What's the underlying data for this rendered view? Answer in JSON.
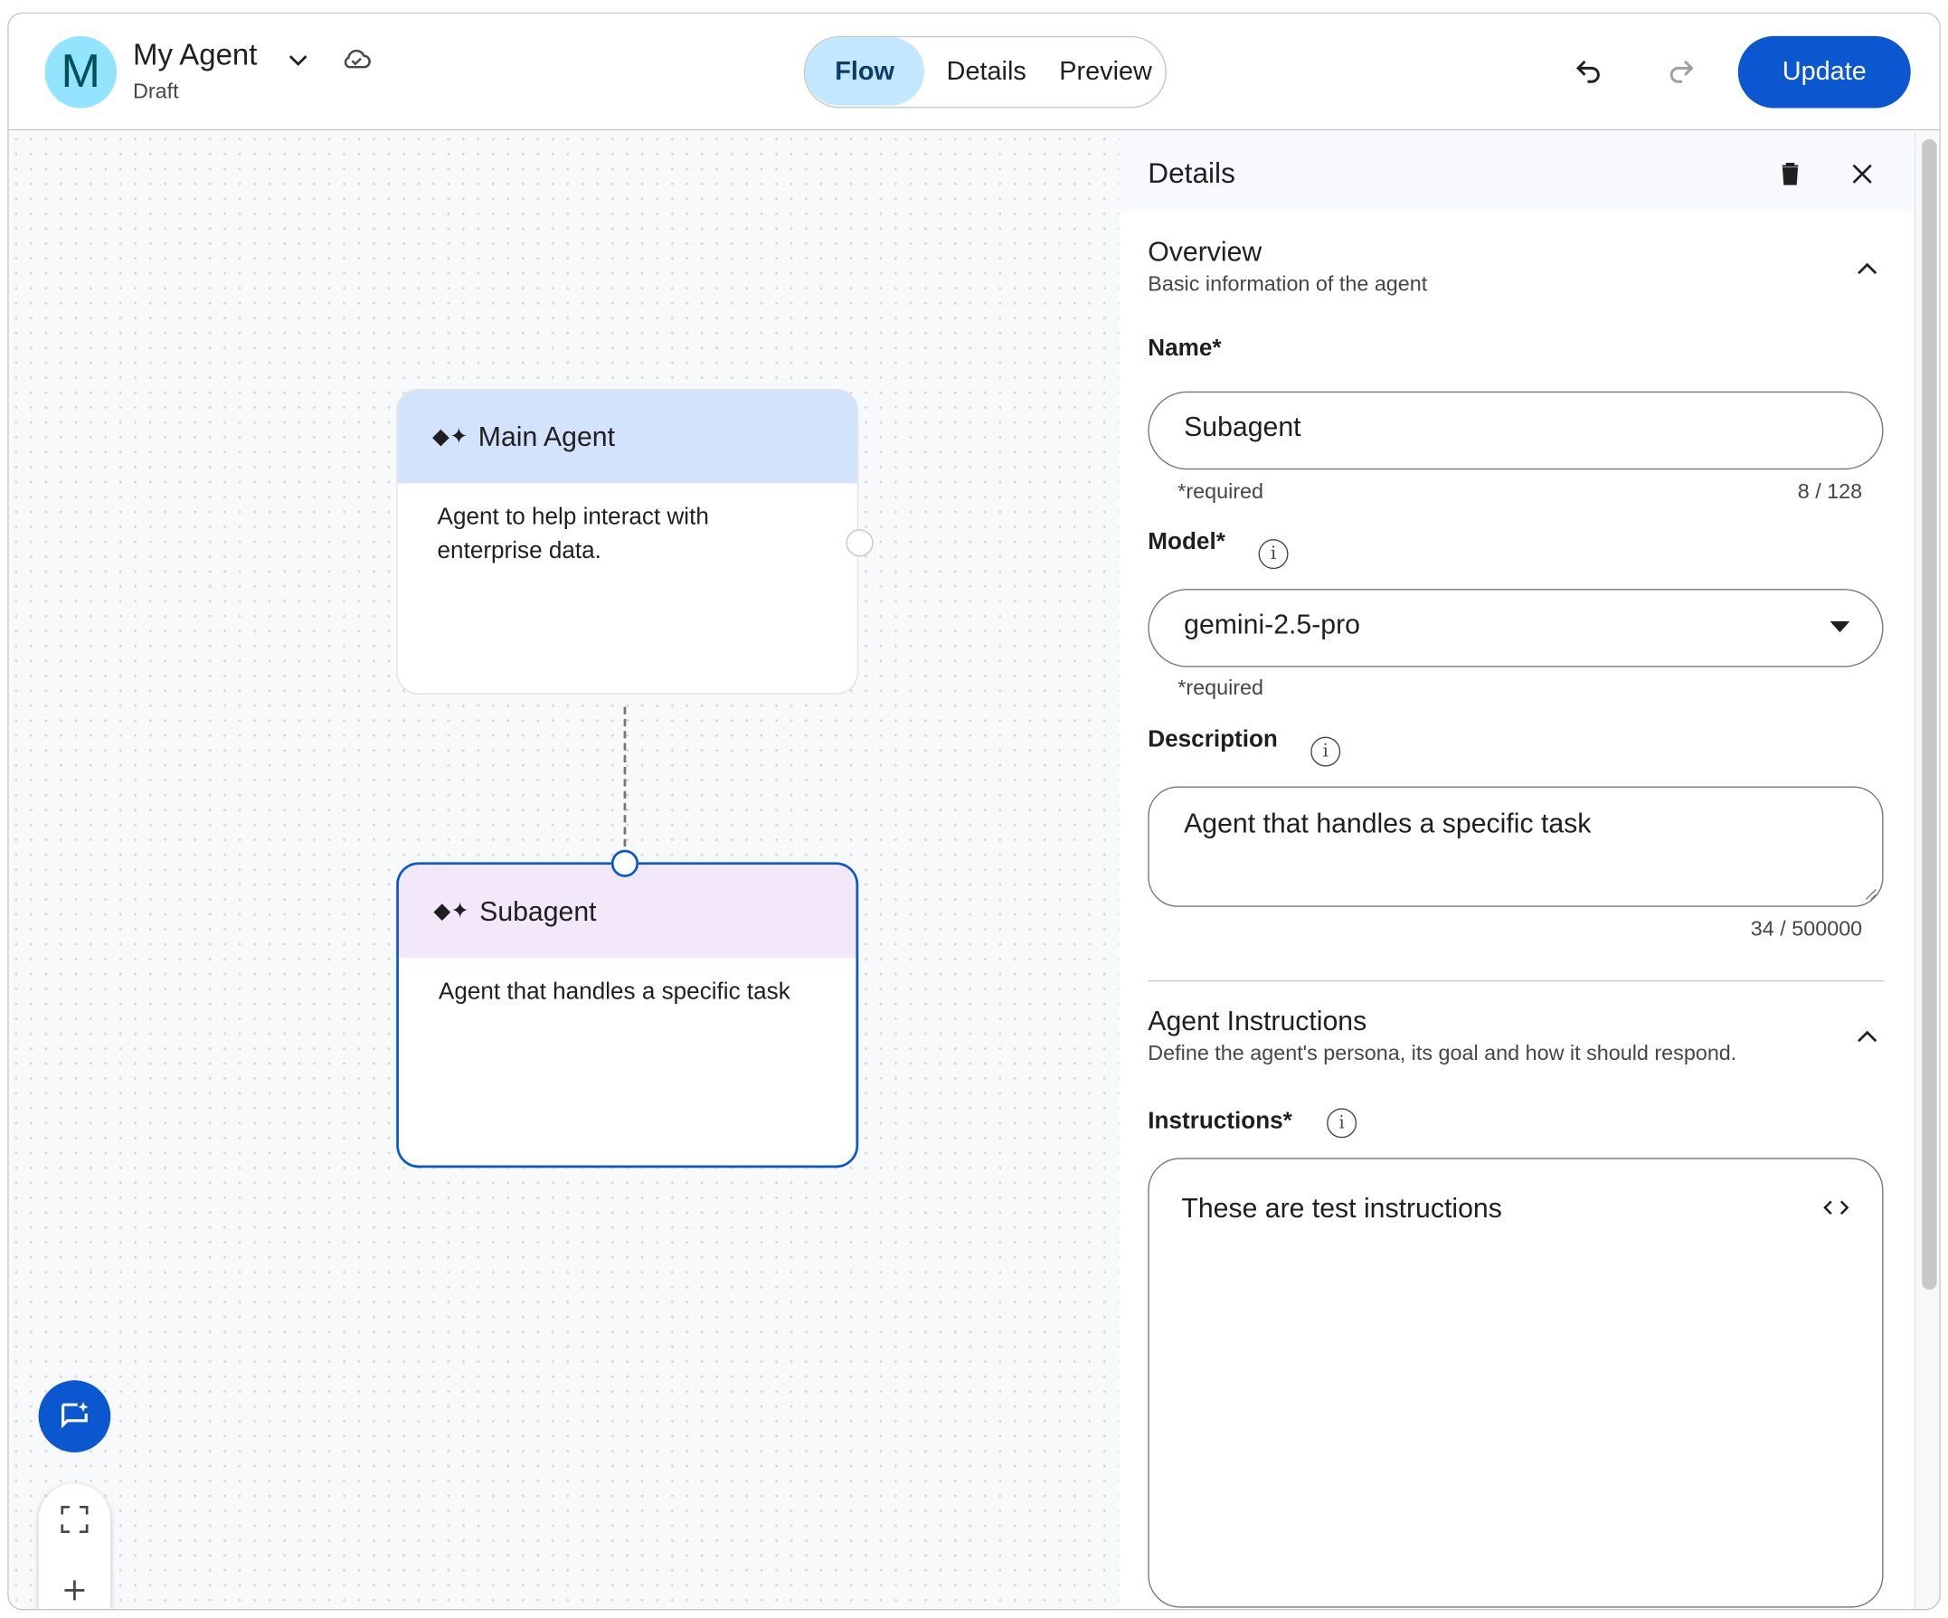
{
  "header": {
    "avatar_letter": "M",
    "title": "My Agent",
    "status": "Draft",
    "tabs": [
      {
        "label": "Flow",
        "active": true
      },
      {
        "label": "Details"
      },
      {
        "label": "Preview"
      }
    ],
    "update_label": "Update"
  },
  "canvas": {
    "nodes": [
      {
        "title": "Main Agent",
        "description": "Agent to help interact with enterprise data."
      },
      {
        "title": "Subagent",
        "description": "Agent that handles a specific task",
        "selected": true
      }
    ]
  },
  "panel": {
    "title": "Details",
    "overview": {
      "title": "Overview",
      "subtitle": "Basic information of the agent",
      "name_label": "Name*",
      "name_value": "Subagent",
      "name_hint": "*required",
      "name_count": "8 / 128",
      "model_label": "Model*",
      "model_value": "gemini-2.5-pro",
      "model_hint": "*required",
      "description_label": "Description",
      "description_value": "Agent that handles a specific task",
      "description_count": "34 / 500000"
    },
    "instructions": {
      "title": "Agent Instructions",
      "subtitle": "Define the agent's persona, its goal and how it should respond.",
      "label": "Instructions*",
      "value": "These are test instructions"
    }
  },
  "colors": {
    "accent": "#0b57d0",
    "active_tab": "#c2e7ff",
    "main_node_header": "#d3e3fd",
    "subagent_header": "#f3e8fa",
    "avatar": "#92e4ff"
  }
}
